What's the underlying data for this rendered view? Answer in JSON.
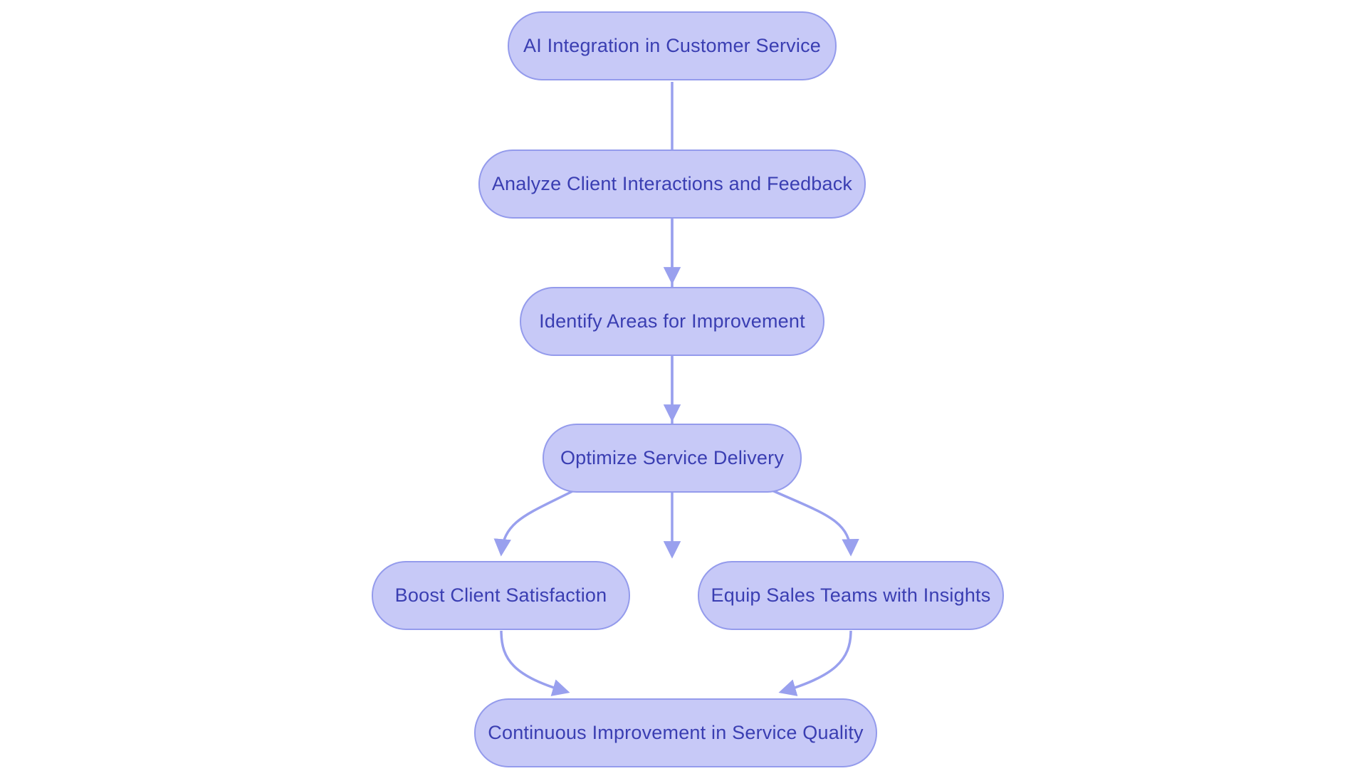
{
  "diagram": {
    "title": "AI Integration in Customer Service flowchart",
    "background_color": "#ffffff",
    "node_fill_color": "#c7c9f7",
    "node_border_color": "#949bec",
    "arrow_color": "#99a0ee",
    "text_color": "#3a3eb2",
    "nodes": [
      {
        "id": "ai-integration",
        "label": "AI Integration in Customer Service"
      },
      {
        "id": "analyze-interactions",
        "label": "Analyze Client Interactions and Feedback"
      },
      {
        "id": "identify-areas",
        "label": "Identify Areas for Improvement"
      },
      {
        "id": "optimize-delivery",
        "label": "Optimize Service Delivery"
      },
      {
        "id": "boost-satisfaction",
        "label": "Boost Client Satisfaction"
      },
      {
        "id": "equip-sales",
        "label": "Equip Sales Teams with Insights"
      },
      {
        "id": "continuous-improvement",
        "label": "Continuous Improvement in Service Quality"
      }
    ],
    "edges": [
      {
        "from": "ai-integration",
        "to": "analyze-interactions"
      },
      {
        "from": "analyze-interactions",
        "to": "identify-areas"
      },
      {
        "from": "identify-areas",
        "to": "optimize-delivery"
      },
      {
        "from": "optimize-delivery",
        "to": "boost-satisfaction"
      },
      {
        "from": "optimize-delivery",
        "to": "equip-sales"
      },
      {
        "from": "boost-satisfaction",
        "to": "continuous-improvement"
      },
      {
        "from": "equip-sales",
        "to": "continuous-improvement"
      }
    ]
  }
}
